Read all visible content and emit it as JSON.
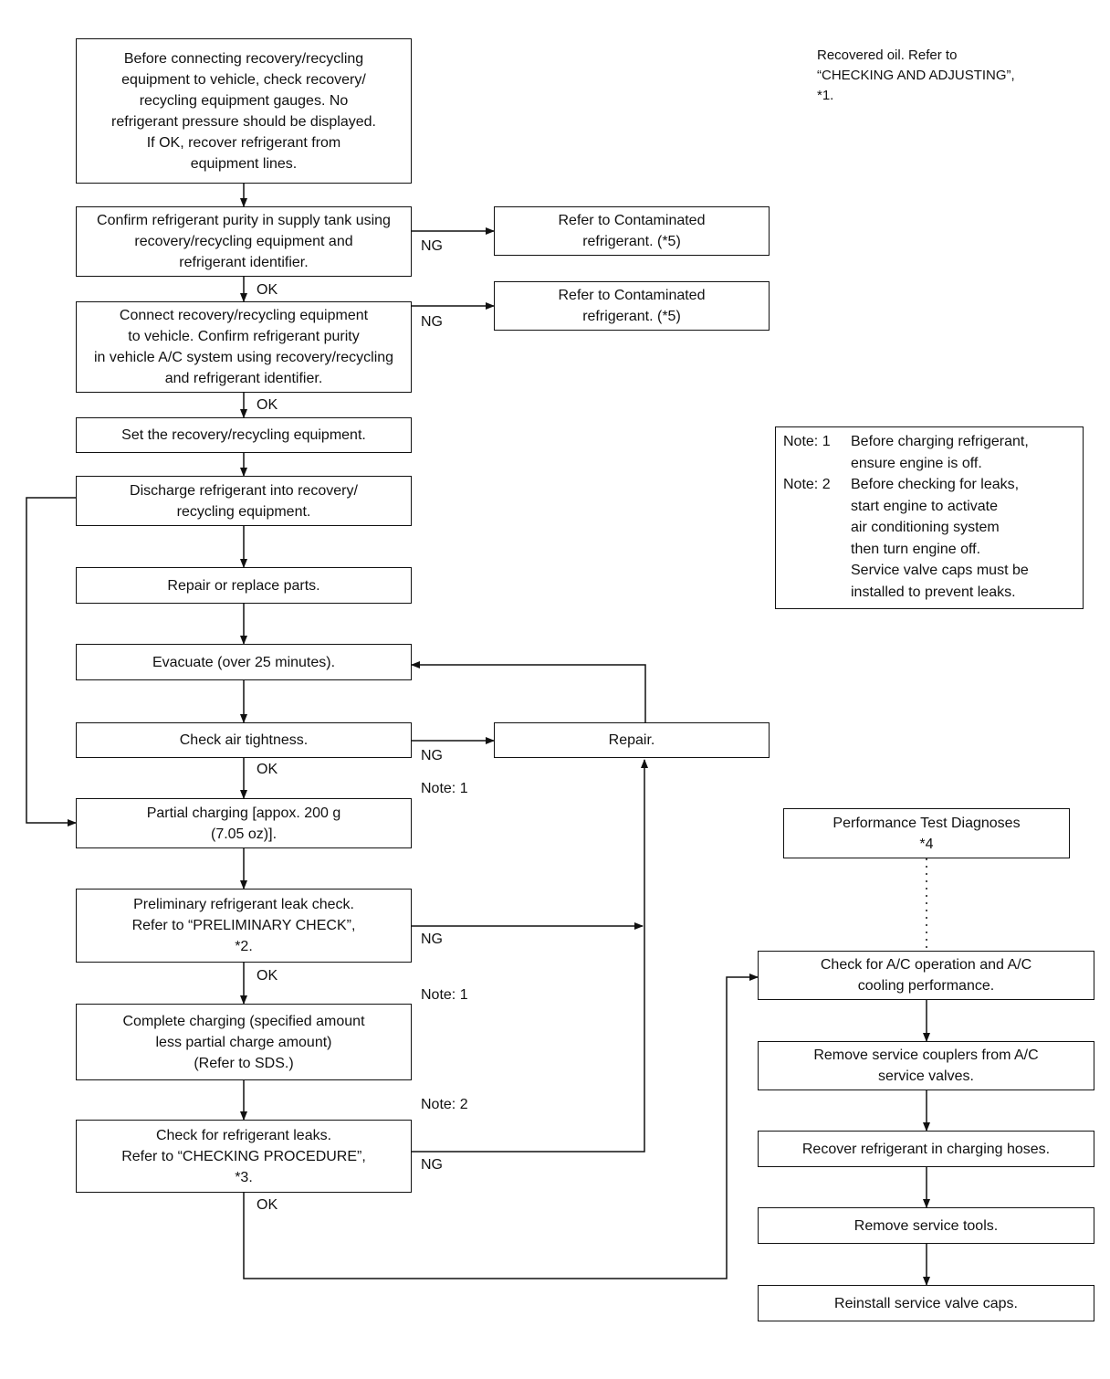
{
  "steps": {
    "s1": "Before connecting recovery/recycling\nequipment to vehicle, check recovery/\nrecycling equipment gauges. No\nrefrigerant pressure should be displayed.\nIf OK, recover refrigerant from\nequipment lines.",
    "s2": "Confirm refrigerant purity in supply tank using\nrecovery/recycling equipment and\nrefrigerant identifier.",
    "s3": "Connect recovery/recycling equipment\nto vehicle. Confirm refrigerant purity\nin vehicle A/C system using recovery/recycling\nand refrigerant identifier.",
    "s4": "Set the recovery/recycling equipment.",
    "s5": "Discharge refrigerant into recovery/\nrecycling equipment.",
    "s6": "Repair or replace parts.",
    "s7": "Evacuate (over 25 minutes).",
    "s8": "Check air tightness.",
    "s9": "Partial charging [appox. 200 g\n(7.05 oz)].",
    "s10": "Preliminary refrigerant leak check.\nRefer to “PRELIMINARY CHECK”,\n*2.",
    "s11": "Complete charging (specified amount\nless partial charge amount)\n(Refer to SDS.)",
    "s12": "Check for refrigerant leaks.\nRefer to “CHECKING PROCEDURE”,\n*3.",
    "c1": "Refer to Contaminated\nrefrigerant. (*5)",
    "c2": "Refer to Contaminated\nrefrigerant. (*5)",
    "repair": "Repair.",
    "perf": "Performance Test Diagnoses\n*4",
    "r1": "Check for A/C operation and A/C\ncooling performance.",
    "r2": "Remove service couplers from A/C\nservice valves.",
    "r3": "Recover refrigerant in charging hoses.",
    "r4": "Remove service tools.",
    "r5": "Reinstall service valve caps."
  },
  "labels": {
    "ok": "OK",
    "ng": "NG",
    "note1": "Note: 1",
    "note2": "Note: 2"
  },
  "recovered_oil": "Recovered oil. Refer to\n“CHECKING AND ADJUSTING”,\n*1.",
  "notes": {
    "n1_head": "Note: 1",
    "n1_body": "Before charging refrigerant,\nensure engine is off.",
    "n2_head": "Note: 2",
    "n2_body": "Before checking for leaks,\nstart engine to activate\nair conditioning system\nthen turn engine off.\nService valve caps must be\ninstalled to prevent leaks."
  }
}
